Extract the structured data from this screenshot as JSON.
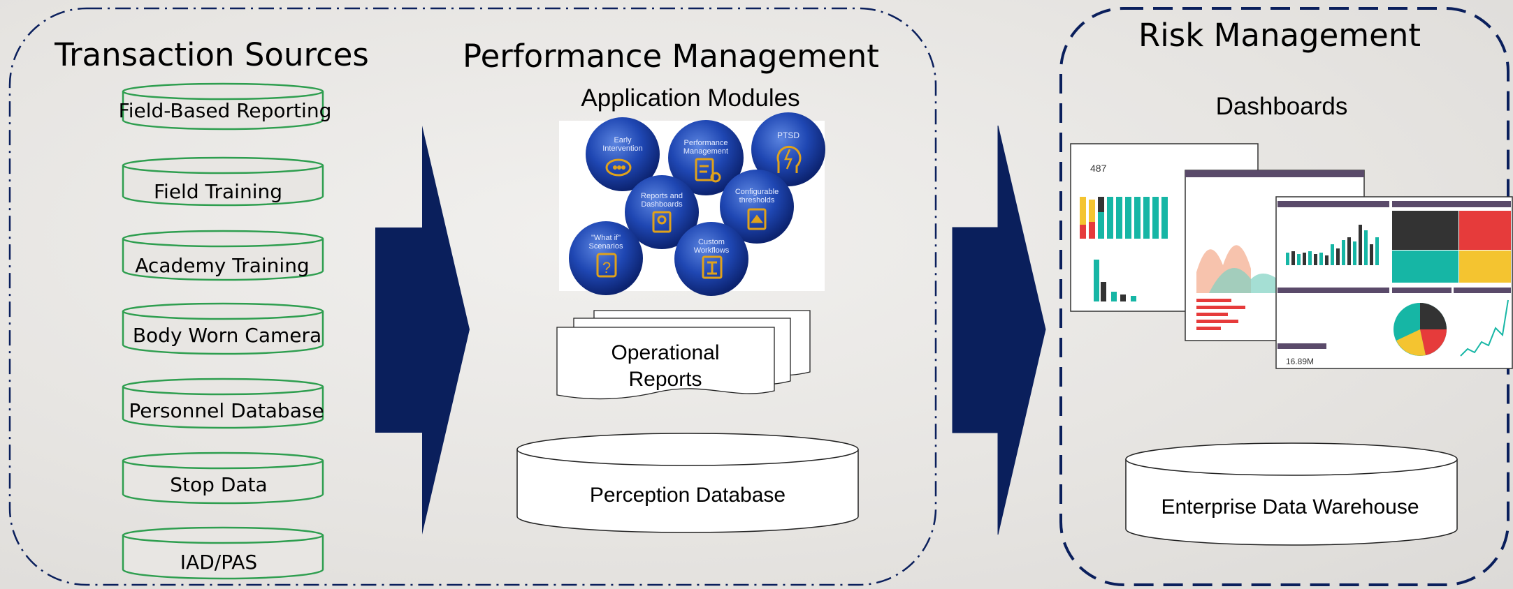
{
  "left_panel": {
    "sources_title": "Transaction Sources",
    "sources": [
      "Field-Based Reporting",
      "Field Training",
      "Academy Training",
      "Body Worn Camera",
      "Personnel Database",
      "Stop Data",
      "IAD/PAS"
    ],
    "performance_title": "Performance Management",
    "modules_title": "Application Modules",
    "modules": [
      {
        "label_line1": "Early",
        "label_line2": "Intervention",
        "icon": "speech-bubbles-icon"
      },
      {
        "label_line1": "Performance",
        "label_line2": "Management",
        "icon": "clipboard-check-icon"
      },
      {
        "label_line1": "PTSD",
        "label_line2": "",
        "icon": "head-lightning-icon"
      },
      {
        "label_line1": "Reports and",
        "label_line2": "Dashboards",
        "icon": "report-document-icon"
      },
      {
        "label_line1": "Configurable",
        "label_line2": "thresholds",
        "icon": "puzzle-piece-icon"
      },
      {
        "label_line1": "\"What if\"",
        "label_line2": "Scenarios",
        "icon": "question-mark-icon"
      },
      {
        "label_line1": "Custom",
        "label_line2": "Workflows",
        "icon": "workflow-icon"
      }
    ],
    "reports_line1": "Operational",
    "reports_line2": "Reports",
    "perception_db": "Perception Database"
  },
  "right_panel": {
    "title": "Risk Management",
    "dashboards_title": "Dashboards",
    "dashboard_kpi": "487",
    "dashboard_kpi2": "16.89M",
    "enterprise_dw": "Enterprise Data Warehouse"
  },
  "colors": {
    "navy": "#0a1f5c",
    "cylinder_green": "#2e9e4f",
    "module_blue": "#1b3fa0",
    "module_icon_gold": "#e0a21b"
  }
}
